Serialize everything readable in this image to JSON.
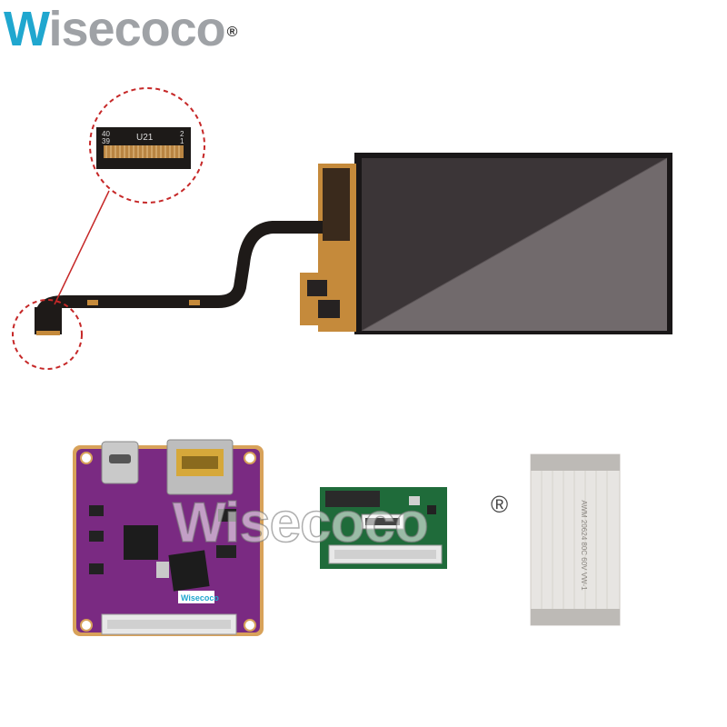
{
  "brand": {
    "logo_first": "W",
    "logo_rest": "isecoco",
    "registered": "®",
    "color_primary": "#20a7cf",
    "color_secondary": "#9fa2a6"
  },
  "watermark": {
    "text": "Wisecoco",
    "registered": "®"
  },
  "products": {
    "lcd_panel": "lcd-display-panel",
    "fpc_cable": "flex-ribbon-cable",
    "zoom_callouts": [
      "connector-zoom-top",
      "connector-zoom-bottom"
    ],
    "driver_board_colors": {
      "pcb": "#7a2a82",
      "pcb_edge": "#d8a25a"
    },
    "adapter_board_color": "#1f6b3a",
    "ffc_color": "#e7e5e2"
  },
  "panel_silkscreen": {
    "connector_label": "U21",
    "pins_left": "40",
    "pins_left2": "39",
    "pins_right": "2",
    "pins_right2": "1"
  },
  "ffc_print": "AWM 20624 80C 60V VW-1"
}
